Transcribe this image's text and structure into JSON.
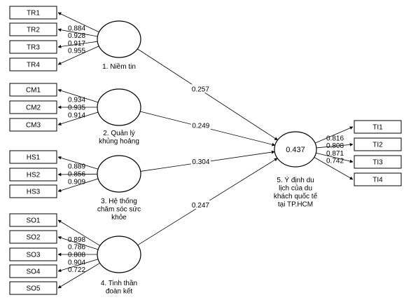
{
  "constructs": [
    {
      "id": "trust",
      "label_lines": [
        "1. Niềm tin"
      ],
      "indicators": [
        "TR1",
        "TR2",
        "TR3",
        "TR4"
      ],
      "loadings": [
        "0.884",
        "0.928",
        "0.917",
        "0.955"
      ]
    },
    {
      "id": "crisis",
      "label_lines": [
        "2. Quản lý",
        "khủng hoảng"
      ],
      "indicators": [
        "CM1",
        "CM2",
        "CM3"
      ],
      "loadings": [
        "0.934",
        "0.935",
        "0.914"
      ]
    },
    {
      "id": "health",
      "label_lines": [
        "3. Hệ thống",
        "chăm sóc sức",
        "khỏe"
      ],
      "indicators": [
        "HS1",
        "HS2",
        "HS3"
      ],
      "loadings": [
        "0.889",
        "0.856",
        "0.909"
      ]
    },
    {
      "id": "solidarity",
      "label_lines": [
        "4. Tinh thần",
        "đoàn kết"
      ],
      "indicators": [
        "SO1",
        "SO2",
        "SO3",
        "SO4",
        "SO5"
      ],
      "loadings": [
        "0.898",
        "0.786",
        "0.808",
        "0.904",
        "0.722"
      ]
    }
  ],
  "target": {
    "id": "intention",
    "r_squared": "0.437",
    "label_lines": [
      "5. Ý định du",
      "lịch của du",
      "khách quốc tế",
      "tại TP.HCM"
    ],
    "indicators": [
      "TI1",
      "TI2",
      "TI3",
      "TI4"
    ],
    "loadings": [
      "0.816",
      "0.808",
      "0.871",
      "0.742"
    ]
  },
  "paths": [
    "0.257",
    "0.249",
    "0.304",
    "0.247"
  ]
}
